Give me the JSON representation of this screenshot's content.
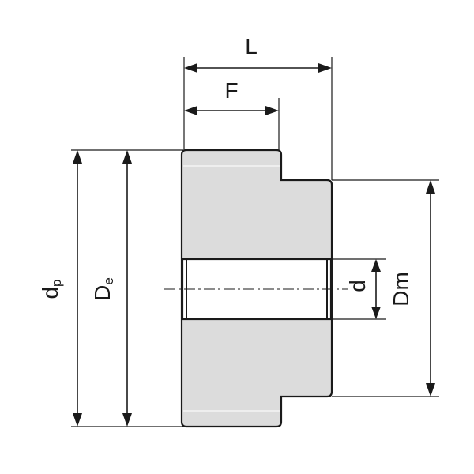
{
  "labels": {
    "L": "L",
    "F": "F",
    "d": "d",
    "Dm": "Dm",
    "dp_main": "d",
    "dp_sub": "p",
    "De_main": "D",
    "De_sub": "e"
  },
  "colors": {
    "body_fill": "#dcdcdc",
    "line": "#1a1a1a",
    "background": "#ffffff"
  }
}
